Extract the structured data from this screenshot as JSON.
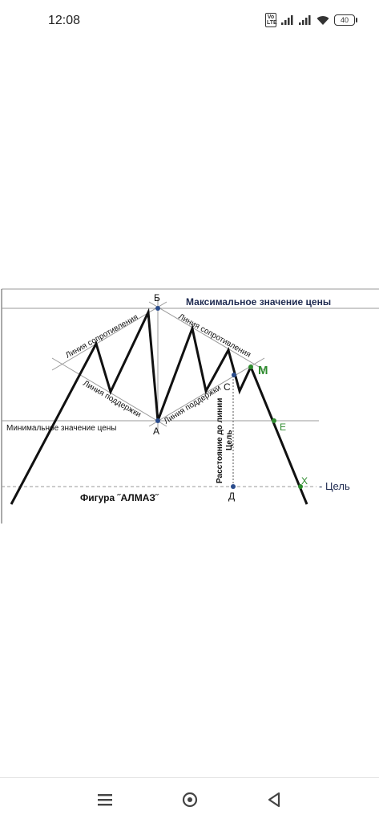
{
  "status_bar": {
    "time": "12:08",
    "volte_label": "Vo LTE",
    "battery_level": "40",
    "icons": [
      "volte-icon",
      "signal-icon",
      "signal-icon",
      "wifi-icon",
      "battery-icon"
    ]
  },
  "diagram": {
    "label_max_price": "Максимальное значение цены",
    "label_min_price": "Минимальное значение цены",
    "label_resistance_left": "Линия сопротивления",
    "label_resistance_right": "Линия сопротивления",
    "label_support_left": "Линия поддержки",
    "label_support_right": "Линия поддержки",
    "label_distance_line1": "Расстояние до линии",
    "label_distance_line2": "Цель",
    "label_target": "- Цель",
    "caption": "Фигура ˝АЛМАЗ˝",
    "point_b": "Б",
    "point_a": "А",
    "point_c": "С",
    "point_d": "Д",
    "point_m": "М",
    "point_e": "Е",
    "point_x": "Х",
    "colors": {
      "line": "#111111",
      "guide": "#9a9a9a",
      "point_blue": "#2a4c8c",
      "point_green": "#2e8b2e",
      "label_dark": "#1e2a50"
    }
  },
  "nav_bar": {
    "icons": [
      "menu-icon",
      "home-icon",
      "back-icon"
    ]
  }
}
